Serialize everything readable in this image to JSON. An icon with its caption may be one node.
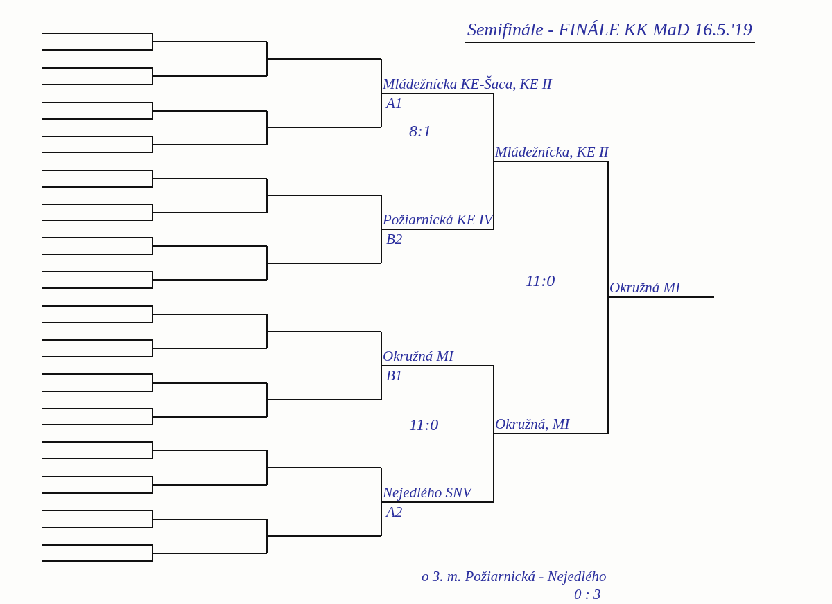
{
  "diagram": {
    "title": "Semifinále - FINÁLE KK MaD 16.5.'19",
    "nodes": [
      {
        "text": [],
        "shape": "bar"
      },
      {
        "text": [],
        "shape": "bar"
      },
      {
        "text": [],
        "shape": "bar"
      },
      {
        "text": [],
        "shape": "bar"
      },
      {
        "text": [],
        "shape": "bar"
      },
      {
        "text": [],
        "shape": "bar"
      },
      {
        "text": [],
        "shape": "bar"
      },
      {
        "text": [],
        "shape": "bar"
      },
      {
        "text": [],
        "shape": "bar"
      },
      {
        "text": [],
        "shape": "bar"
      },
      {
        "text": [],
        "shape": "bar"
      },
      {
        "text": [],
        "shape": "bar"
      },
      {
        "text": [],
        "shape": "bar"
      },
      {
        "text": [],
        "shape": "bar"
      },
      {
        "text": [],
        "shape": "bar"
      },
      {
        "text": [],
        "shape": "bar"
      },
      {
        "text": [],
        "shape": "bar"
      },
      {
        "text": [],
        "shape": "bar"
      },
      {
        "text": [],
        "shape": "bar"
      },
      {
        "text": [],
        "shape": "bar"
      },
      {
        "text": [],
        "shape": "bar"
      },
      {
        "text": [],
        "shape": "bar"
      },
      {
        "text": [],
        "shape": "bar"
      },
      {
        "text": [],
        "shape": "bar"
      },
      {
        "text": [],
        "shape": "bar"
      },
      {
        "text": [],
        "shape": "bar"
      },
      {
        "text": [],
        "shape": "bar"
      },
      {
        "text": [],
        "shape": "bar"
      },
      {
        "text": [],
        "shape": "bar"
      },
      {
        "text": [],
        "shape": "bar"
      },
      {
        "text": [],
        "shape": "bar"
      },
      {
        "text": [],
        "shape": "bar"
      },
      {
        "text": [],
        "shape": "bar"
      },
      {
        "text": [],
        "shape": "bar"
      },
      {
        "text": [],
        "shape": "bar"
      },
      {
        "text": [],
        "shape": "bar"
      },
      {
        "text": [],
        "shape": "bar"
      },
      {
        "text": [],
        "shape": "bar"
      },
      {
        "text": [],
        "shape": "bar"
      },
      {
        "text": [],
        "shape": "bar"
      },
      {
        "text": [],
        "shape": "bar"
      },
      {
        "text": [],
        "shape": "bar"
      },
      {
        "text": [],
        "shape": "bar"
      },
      {
        "text": [],
        "shape": "bar"
      },
      {
        "text": [],
        "shape": "bar"
      },
      {
        "text": [],
        "shape": "bar"
      },
      {
        "text": [],
        "shape": "bar"
      },
      {
        "text": [],
        "shape": "bar"
      },
      {
        "text": [],
        "shape": "bar"
      },
      {
        "text": [],
        "shape": "bar"
      },
      {
        "text": [],
        "shape": "bar"
      },
      {
        "text": [],
        "shape": "bar"
      },
      {
        "text": [],
        "shape": "bar"
      },
      {
        "text": [],
        "shape": "bar"
      },
      {
        "text": [],
        "shape": "bar"
      },
      {
        "text": [],
        "shape": "bar"
      },
      {
        "text": [
          "Mládežnícka KE-Šaca, KE II"
        ],
        "beside": [
          "A1"
        ]
      },
      {
        "text": [
          "Požiarnická KE IV"
        ],
        "beside": [
          "B2"
        ]
      },
      {
        "text": [
          "Okružná MI"
        ],
        "beside": [
          "B1"
        ]
      },
      {
        "text": [
          "Nejedlého SNV"
        ],
        "beside": [
          "A2"
        ]
      },
      {
        "text": [
          "Mládežnícka, KE II"
        ]
      },
      {
        "text": [
          "Okružná, MI"
        ]
      },
      {
        "text": [
          "Okružná MI"
        ]
      }
    ],
    "edges": [
      {
        "from": 0,
        "to": 32,
        "arrow": "none"
      },
      {
        "from": 1,
        "to": 32,
        "arrow": "none"
      },
      {
        "from": 2,
        "to": 33,
        "arrow": "none"
      },
      {
        "from": 3,
        "to": 33,
        "arrow": "none"
      },
      {
        "from": 4,
        "to": 34,
        "arrow": "none"
      },
      {
        "from": 5,
        "to": 34,
        "arrow": "none"
      },
      {
        "from": 6,
        "to": 35,
        "arrow": "none"
      },
      {
        "from": 7,
        "to": 35,
        "arrow": "none"
      },
      {
        "from": 8,
        "to": 36,
        "arrow": "none"
      },
      {
        "from": 9,
        "to": 36,
        "arrow": "none"
      },
      {
        "from": 10,
        "to": 37,
        "arrow": "none"
      },
      {
        "from": 11,
        "to": 37,
        "arrow": "none"
      },
      {
        "from": 12,
        "to": 38,
        "arrow": "none"
      },
      {
        "from": 13,
        "to": 38,
        "arrow": "none"
      },
      {
        "from": 14,
        "to": 39,
        "arrow": "none"
      },
      {
        "from": 15,
        "to": 39,
        "arrow": "none"
      },
      {
        "from": 16,
        "to": 40,
        "arrow": "none"
      },
      {
        "from": 17,
        "to": 40,
        "arrow": "none"
      },
      {
        "from": 18,
        "to": 41,
        "arrow": "none"
      },
      {
        "from": 19,
        "to": 41,
        "arrow": "none"
      },
      {
        "from": 20,
        "to": 42,
        "arrow": "none"
      },
      {
        "from": 21,
        "to": 42,
        "arrow": "none"
      },
      {
        "from": 22,
        "to": 43,
        "arrow": "none"
      },
      {
        "from": 23,
        "to": 43,
        "arrow": "none"
      },
      {
        "from": 24,
        "to": 44,
        "arrow": "none"
      },
      {
        "from": 25,
        "to": 44,
        "arrow": "none"
      },
      {
        "from": 26,
        "to": 45,
        "arrow": "none"
      },
      {
        "from": 27,
        "to": 45,
        "arrow": "none"
      },
      {
        "from": 28,
        "to": 46,
        "arrow": "none"
      },
      {
        "from": 29,
        "to": 46,
        "arrow": "none"
      },
      {
        "from": 30,
        "to": 47,
        "arrow": "none"
      },
      {
        "from": 31,
        "to": 47,
        "arrow": "none"
      },
      {
        "from": 32,
        "to": 48,
        "arrow": "none"
      },
      {
        "from": 33,
        "to": 48,
        "arrow": "none"
      },
      {
        "from": 34,
        "to": 49,
        "arrow": "none"
      },
      {
        "from": 35,
        "to": 49,
        "arrow": "none"
      },
      {
        "from": 36,
        "to": 50,
        "arrow": "none"
      },
      {
        "from": 37,
        "to": 50,
        "arrow": "none"
      },
      {
        "from": 38,
        "to": 51,
        "arrow": "none"
      },
      {
        "from": 39,
        "to": 51,
        "arrow": "none"
      },
      {
        "from": 40,
        "to": 52,
        "arrow": "none"
      },
      {
        "from": 41,
        "to": 52,
        "arrow": "none"
      },
      {
        "from": 42,
        "to": 53,
        "arrow": "none"
      },
      {
        "from": 43,
        "to": 53,
        "arrow": "none"
      },
      {
        "from": 44,
        "to": 54,
        "arrow": "none"
      },
      {
        "from": 45,
        "to": 54,
        "arrow": "none"
      },
      {
        "from": 46,
        "to": 55,
        "arrow": "none"
      },
      {
        "from": 47,
        "to": 55,
        "arrow": "none"
      },
      {
        "from": 48,
        "to": 56,
        "arrow": "none"
      },
      {
        "from": 49,
        "to": 56,
        "arrow": "none"
      },
      {
        "from": 50,
        "to": 57,
        "arrow": "none"
      },
      {
        "from": 51,
        "to": 57,
        "arrow": "none"
      },
      {
        "from": 52,
        "to": 58,
        "arrow": "none"
      },
      {
        "from": 53,
        "to": 58,
        "arrow": "none"
      },
      {
        "from": 54,
        "to": 59,
        "arrow": "none"
      },
      {
        "from": 55,
        "to": 59,
        "arrow": "none"
      },
      {
        "from": 56,
        "to": 60,
        "arrow": "none"
      },
      {
        "from": 57,
        "to": 60,
        "arrow": "none"
      },
      {
        "from": 58,
        "to": 61,
        "arrow": "none"
      },
      {
        "from": 59,
        "to": 61,
        "arrow": "none"
      },
      {
        "from": 60,
        "to": 62,
        "arrow": "none"
      },
      {
        "from": 61,
        "to": 62,
        "arrow": "none"
      }
    ],
    "labels": [
      "8:1",
      "11:0",
      "11:0",
      "o 3. m. Požiarnická - Nejedlého",
      "0 : 3"
    ]
  }
}
